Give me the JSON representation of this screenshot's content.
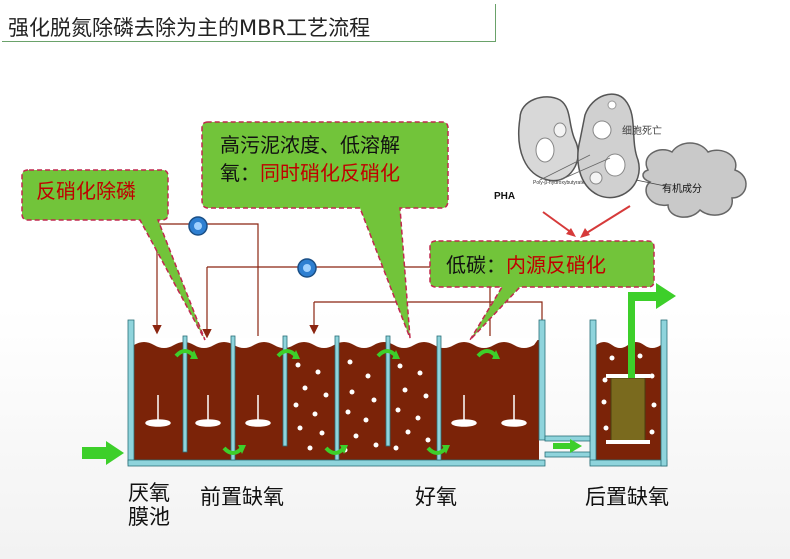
{
  "title": "强化脱氮除磷去除为主的MBR工艺流程",
  "callouts": {
    "c1": {
      "text": "反硝化除磷"
    },
    "c2": {
      "line1": "高污泥浓度、低溶解",
      "line2_prefix": "氧：",
      "line2_red": "同时硝化反硝化"
    },
    "c3": {
      "prefix": "低碳：",
      "red": "内源反硝化"
    }
  },
  "cell_image": {
    "label_death": "细胞死亡",
    "label_organic": "有机成分",
    "label_pha": "PHA",
    "label_small": "Poly-β-hydroxybutyrate"
  },
  "zones": {
    "anaerobic_l1": "厌氧",
    "anaerobic_l2": "膜池",
    "pre_anoxic": "前置缺氧",
    "aerobic": "好氧",
    "post_anoxic": "后置缺氧"
  },
  "colors": {
    "sludge": "#7b2308",
    "callout_fill": "#72c43a",
    "callout_border": "#c0284e",
    "red_text": "#c00000",
    "arrow_green": "#3dcf2a",
    "wall": "#4aa3ad",
    "membrane": "#7a6a1e"
  }
}
